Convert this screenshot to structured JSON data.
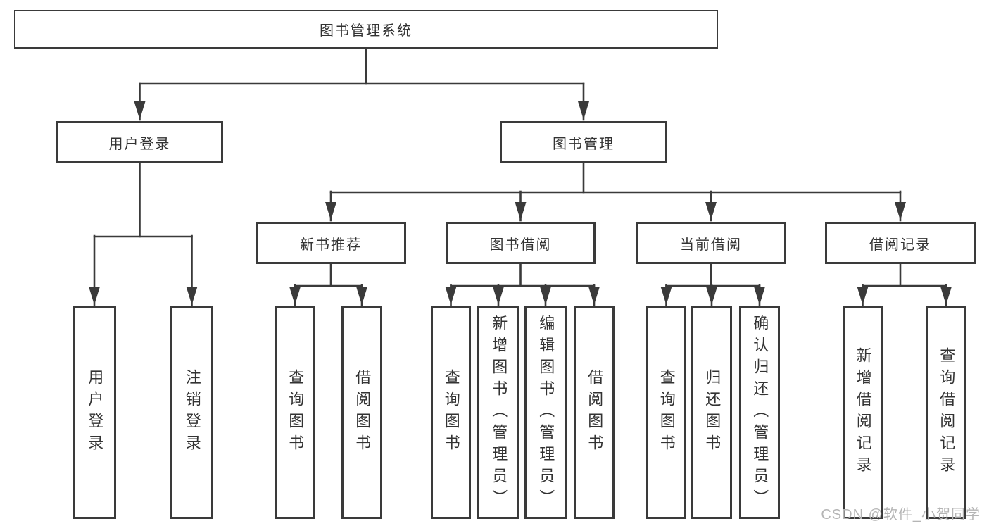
{
  "diagram_type": "hierarchy-tree",
  "watermark": "CSDN @软件_小贺同学",
  "colors": {
    "line": "#3a3a3a",
    "text": "#333333",
    "background": "#ffffff",
    "watermark": "#b5b5b5"
  },
  "tree": {
    "label": "图书管理系统",
    "children": [
      {
        "label": "用户登录",
        "children": [
          {
            "label": "用户登录"
          },
          {
            "label": "注销登录"
          }
        ]
      },
      {
        "label": "图书管理",
        "children": [
          {
            "label": "新书推荐",
            "children": [
              {
                "label": "查询图书"
              },
              {
                "label": "借阅图书"
              }
            ]
          },
          {
            "label": "图书借阅",
            "children": [
              {
                "label": "查询图书"
              },
              {
                "label": "新增图书（管理员）"
              },
              {
                "label": "编辑图书（管理员）"
              },
              {
                "label": "借阅图书"
              }
            ]
          },
          {
            "label": "当前借阅",
            "children": [
              {
                "label": "查询图书"
              },
              {
                "label": "归还图书"
              },
              {
                "label": "确认归还（管理员）"
              }
            ]
          },
          {
            "label": "借阅记录",
            "children": [
              {
                "label": "新增借阅记录"
              },
              {
                "label": "查询借阅记录"
              }
            ]
          }
        ]
      }
    ]
  }
}
